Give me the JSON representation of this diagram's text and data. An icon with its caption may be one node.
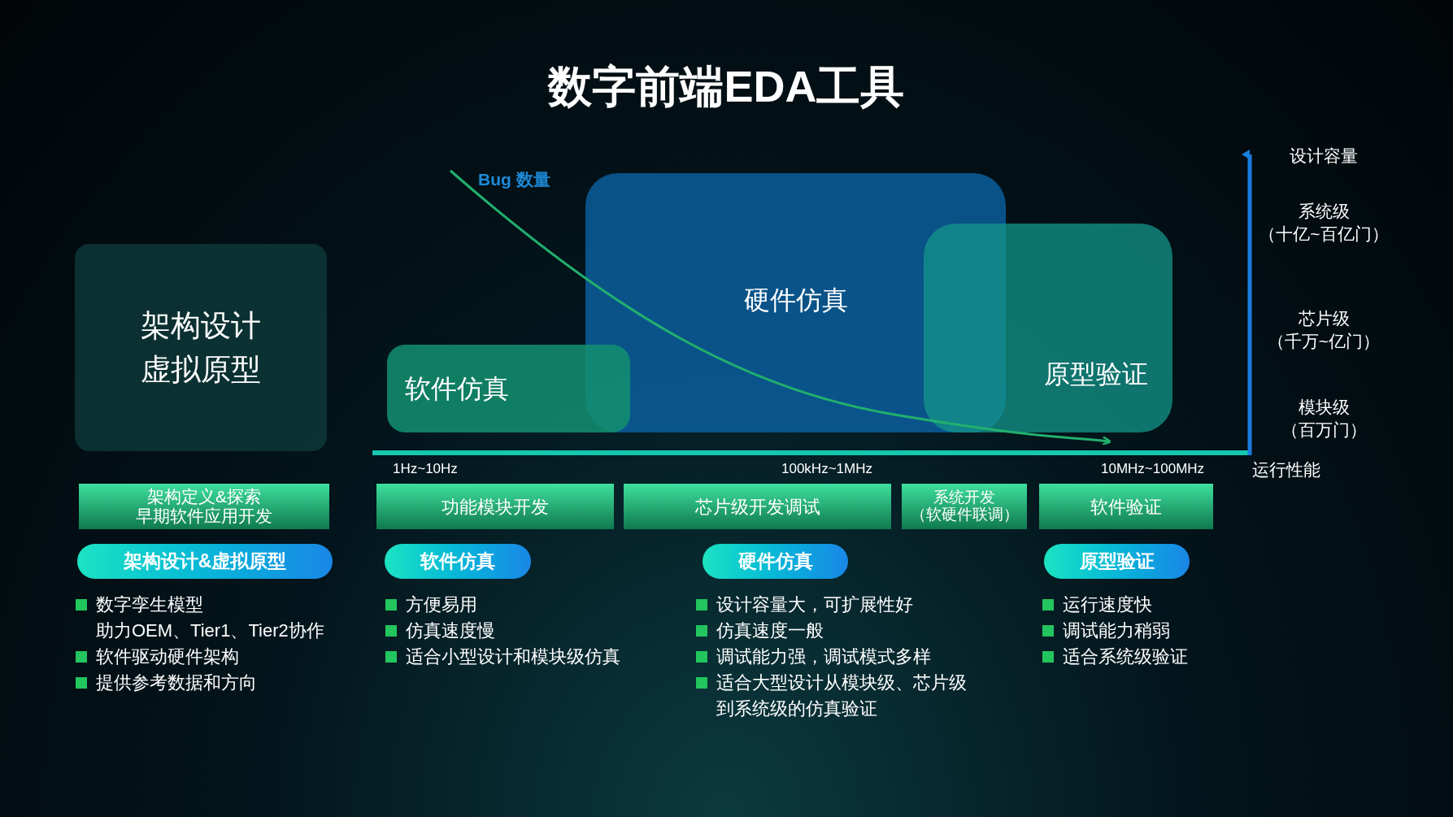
{
  "diagram": {
    "title": "数字前端EDA工具",
    "nodes": [
      {
        "text": [
          "架构设计虚拟原型"
        ]
      },
      {
        "text": [
          "软件仿真"
        ]
      },
      {
        "text": [
          "硬件仿真"
        ]
      },
      {
        "text": [
          "原型验证"
        ]
      },
      {
        "text": [
          "架构定义&探索",
          "早期软件应用开发"
        ]
      },
      {
        "text": [
          "功能模块开发"
        ]
      },
      {
        "text": [
          "芯片级开发调试"
        ]
      },
      {
        "text": [
          "系统开发",
          "（软硬件联调）"
        ]
      },
      {
        "text": [
          "软件验证"
        ]
      },
      {
        "text": [
          "架构设计&虚拟原型"
        ]
      },
      {
        "text": [
          "软件仿真"
        ]
      },
      {
        "text": [
          "硬件仿真"
        ]
      },
      {
        "text": [
          "原型验证"
        ]
      }
    ],
    "labels": [
      "Bug 数量",
      "设计容量",
      "系统级",
      "（十亿~百亿门）",
      "芯片级",
      "（千万~亿门）",
      "模块级",
      "（百万门）",
      "1Hz~10Hz",
      "100kHz~1MHz",
      "10MHz~100MHz",
      "运行性能",
      "数字孪生模型",
      "助力OEM、Tier1、Tier2协作",
      "软件驱动硬件架构",
      "提供参考数据和方向",
      "方便易用",
      "仿真速度慢",
      "适合小型设计和模块级仿真",
      "设计容量大，可扩展性好",
      "仿真速度一般",
      "调试能力强，调试模式多样",
      "适合大型设计从模块级、芯片级到系统级的仿真验证",
      "运行速度快",
      "调试能力稍弱",
      "适合系统级验证"
    ]
  }
}
